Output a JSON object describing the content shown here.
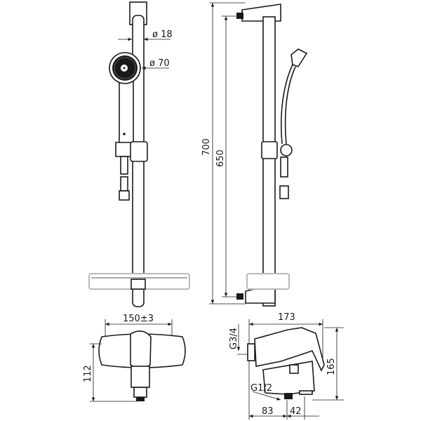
{
  "dimensions": {
    "bar_diameter": "ø 18",
    "head_diameter": "ø 70",
    "total_height": "700",
    "fixing_distance": "650",
    "mixer_centers": "150±3",
    "mixer_front_height": "112",
    "mixer_depth": "173",
    "inlet_thread": "G3/4",
    "mixer_side_height": "165",
    "outlet_thread": "G1/2",
    "outlet_offset": "83",
    "diverter_offset": "42"
  },
  "colors": {
    "line": "#1a1a1a",
    "tray": "#b8b8b8"
  }
}
